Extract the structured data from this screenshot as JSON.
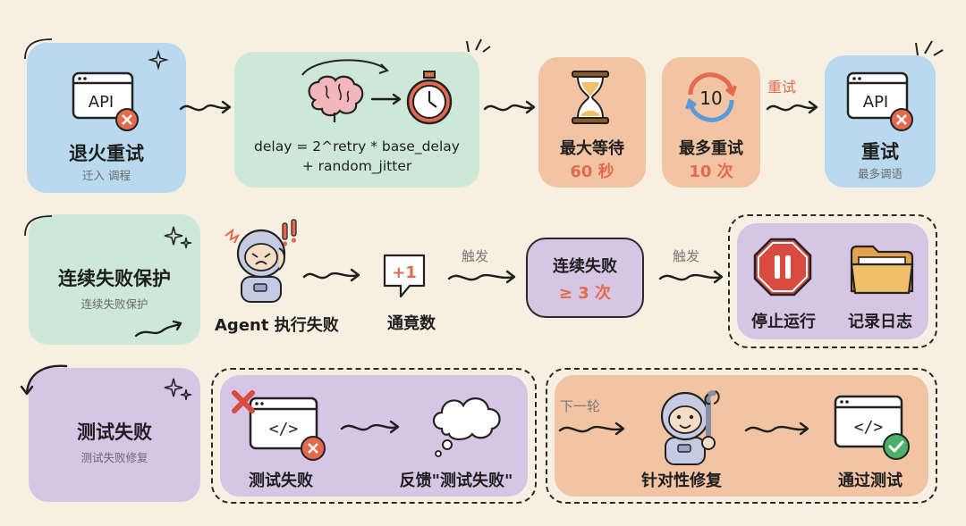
{
  "row1": {
    "backoff": {
      "title": "退火重试",
      "sub": "迁入 调程",
      "icon": "api-error-icon",
      "icon_text": "API"
    },
    "formula": {
      "line1": "delay = 2^retry * base_delay",
      "line2": "+ random_jitter",
      "icons": [
        "brain-icon",
        "stopwatch-icon"
      ]
    },
    "max_wait": {
      "title": "最大等待",
      "value": "60 秒",
      "icon": "hourglass-icon"
    },
    "max_retry": {
      "title": "最多重试",
      "value": "10 次",
      "icon": "retry-counter-icon",
      "icon_text": "10"
    },
    "edge_label": "重试",
    "retry": {
      "title": "重试",
      "sub": "最多调语",
      "icon": "api-error-icon",
      "icon_text": "API"
    }
  },
  "row2": {
    "protect": {
      "title": "连续失败保护",
      "sub": "连续失败保护"
    },
    "agent": {
      "label": "Agent 执行失败",
      "icon": "frustrated-astronaut-icon"
    },
    "counter": {
      "label": "通竟数",
      "badge": "+1",
      "icon": "plus-one-bubble-icon"
    },
    "trigger1": "触发",
    "threshold": {
      "title": "连续失败",
      "value": "≥ 3 次"
    },
    "trigger2": "触发",
    "stop": {
      "label": "停止运行",
      "icon": "stop-sign-icon"
    },
    "log": {
      "label": "记录日志",
      "icon": "folder-icon"
    }
  },
  "row3": {
    "test_fail": {
      "title": "测试失败",
      "sub": "测试失败修复"
    },
    "code_fail": {
      "label": "测试失败",
      "icon": "code-window-error-icon"
    },
    "feedback": {
      "label": "反馈\"测试失败\"",
      "icon": "thought-cloud-icon"
    },
    "next_round": "下一轮",
    "fix": {
      "label": "针对性修复",
      "icon": "astronaut-wrench-icon"
    },
    "pass": {
      "label": "通过测试",
      "icon": "code-window-check-icon"
    }
  },
  "colors": {
    "blue": "#b9d9ee",
    "green": "#cde8d7",
    "peach": "#f3c4a3",
    "purple": "#d7c5e6",
    "accent_red": "#e46a4e"
  }
}
